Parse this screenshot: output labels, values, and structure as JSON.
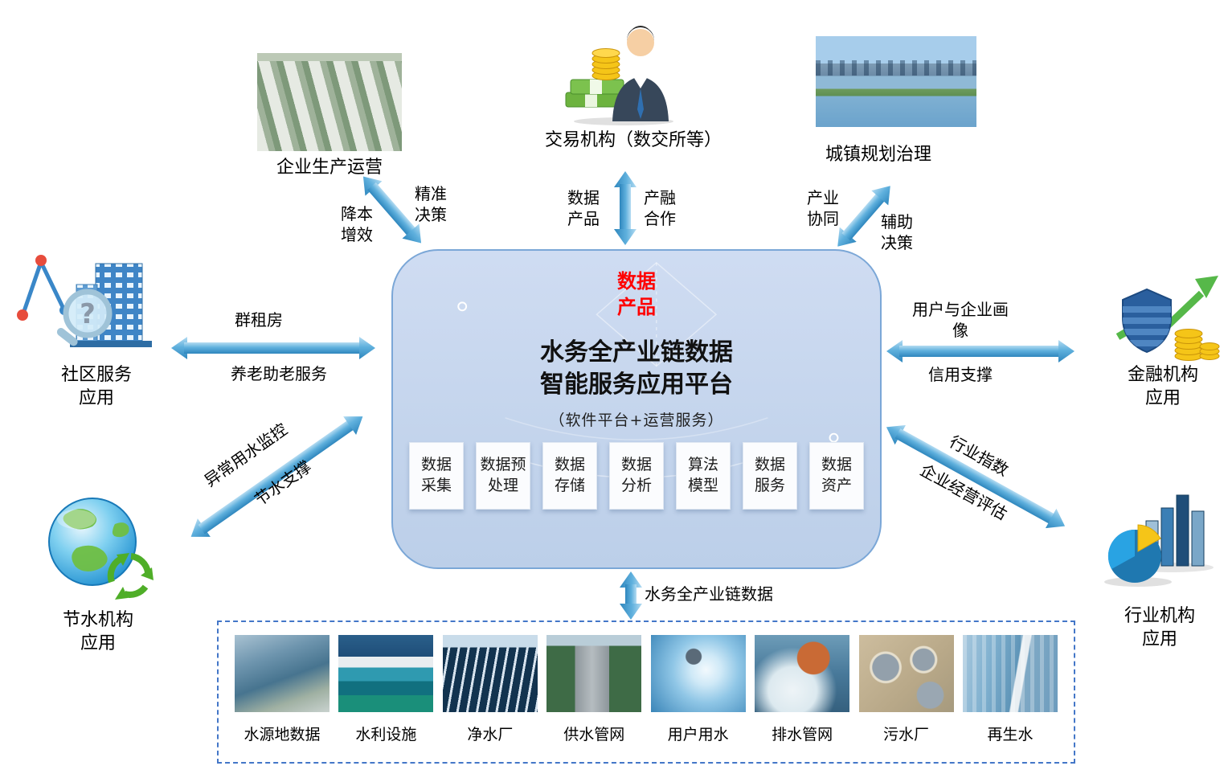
{
  "platform": {
    "badge": "数据\n产品",
    "title": "水务全产业链数据\n智能服务应用平台",
    "subtitle": "（软件平台+运营服务）",
    "modules": [
      {
        "label": "数据\n采集"
      },
      {
        "label": "数据预\n处理"
      },
      {
        "label": "数据\n存储"
      },
      {
        "label": "数据\n分析"
      },
      {
        "label": "算法\n模型"
      },
      {
        "label": "数据\n服务"
      },
      {
        "label": "数据\n资产"
      }
    ]
  },
  "nodes": {
    "enterprise": {
      "label": "企业生产运营",
      "icon": "factory-aerial-photo"
    },
    "trading": {
      "label": "交易机构（数交所等）",
      "icon": "businessman-money-icon"
    },
    "urban": {
      "label": "城镇规划治理",
      "icon": "city-riverfront-photo"
    },
    "community": {
      "label": "社区服务\n应用",
      "icon": "buildings-magnifier-icon"
    },
    "finance": {
      "label": "金融机构\n应用",
      "icon": "shield-coins-growth-icon"
    },
    "water_saving": {
      "label": "节水机构\n应用",
      "icon": "earth-recycle-icon"
    },
    "industry": {
      "label": "行业机构\n应用",
      "icon": "pie-bar-chart-icon"
    }
  },
  "arrows": {
    "enterprise": {
      "label_a": "降本\n增效",
      "label_b": "精准\n决策"
    },
    "trading": {
      "label_a": "数据\n产品",
      "label_b": "产融\n合作"
    },
    "urban": {
      "label_a": "产业\n协同",
      "label_b": "辅助\n决策"
    },
    "community": {
      "label_a": "群租房",
      "label_b": "养老助老服务"
    },
    "finance": {
      "label_a": "用户与企业画像",
      "label_b": "信用支撑"
    },
    "water_saving": {
      "label_a": "异常用水监控",
      "label_b": "节水支撑"
    },
    "industry": {
      "label_a": "行业指数",
      "label_b": "企业经营评估"
    },
    "data_flow": {
      "label": "水务全产业链数据"
    }
  },
  "gallery": {
    "items": [
      {
        "label": "水源地数据"
      },
      {
        "label": "水利设施"
      },
      {
        "label": "净水厂"
      },
      {
        "label": "供水管网"
      },
      {
        "label": "用户用水"
      },
      {
        "label": "排水管网"
      },
      {
        "label": "污水厂"
      },
      {
        "label": "再生水"
      }
    ]
  },
  "colors": {
    "arrow_blue": "#3e92c8",
    "platform_fill": "#c7d7ee",
    "platform_border": "#7ba7d7",
    "badge_red": "#ff0000",
    "dashed_border": "#4477c8"
  }
}
